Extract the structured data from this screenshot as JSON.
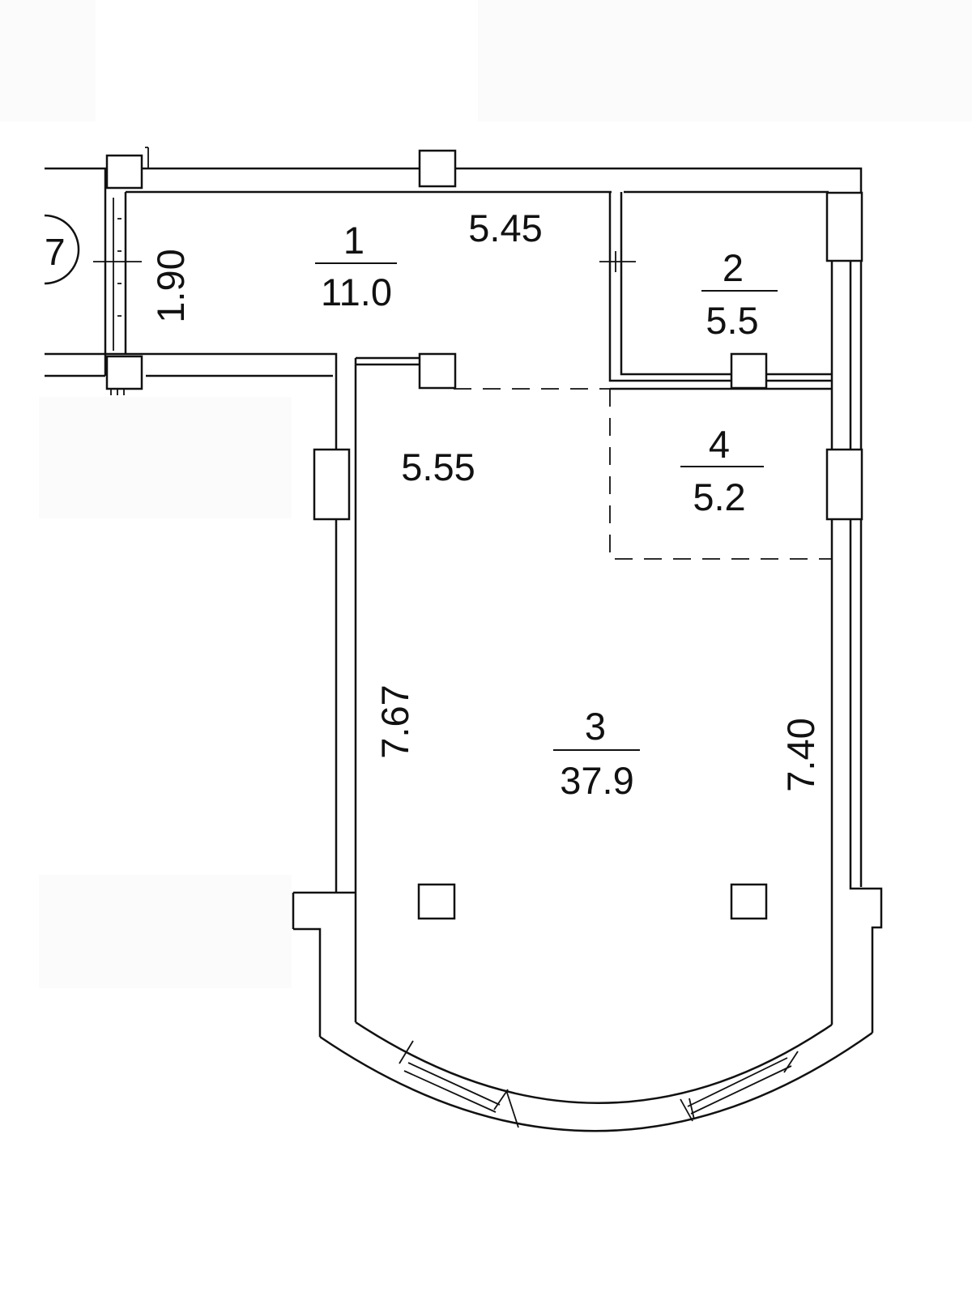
{
  "axis_marker": "7",
  "rooms": [
    {
      "number": "1",
      "area": "11.0"
    },
    {
      "number": "2",
      "area": "5.5"
    },
    {
      "number": "3",
      "area": "37.9"
    },
    {
      "number": "4",
      "area": "5.2"
    }
  ],
  "dimensions": {
    "room1_length": "5.45",
    "room1_width": "1.90",
    "room3_width": "5.55",
    "room3_left_length": "7.67",
    "room3_right_length": "7.40"
  }
}
